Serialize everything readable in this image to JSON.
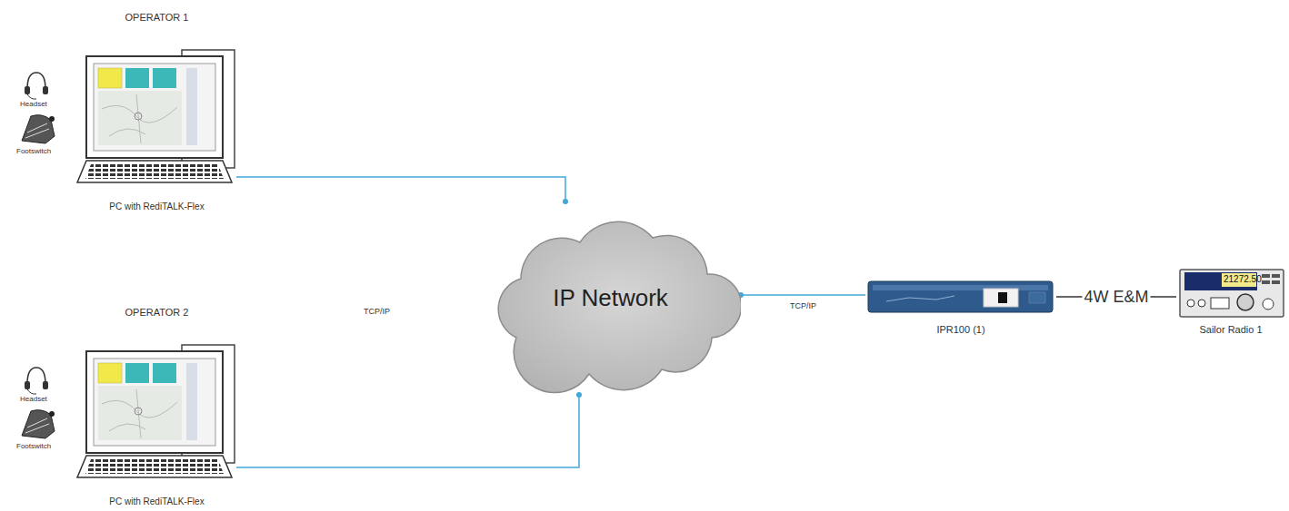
{
  "diagram": {
    "nodes": [
      {
        "text": [
          "OPERATOR 1",
          "PC with RediTALK-Flex"
        ]
      },
      {
        "text": [
          "OPERATOR 2",
          "PC with RediTALK-Flex"
        ]
      },
      {
        "text": [
          "IP Network"
        ]
      },
      {
        "text": [
          "IPR100 (1)"
        ]
      },
      {
        "text": [
          "Sailor Radio 1"
        ]
      }
    ],
    "edges": [
      {
        "from": 0,
        "to": 2,
        "arrow": "none"
      },
      {
        "from": 1,
        "to": 2,
        "arrow": "none"
      },
      {
        "from": 2,
        "to": 3,
        "label": "TCP/IP",
        "arrow": "none"
      },
      {
        "from": 3,
        "to": 4,
        "label": "4W E&M",
        "arrow": "none"
      }
    ],
    "labels": [
      "Headset",
      "Footswitch",
      "Headset",
      "Footswitch",
      "TCP/IP",
      "21272.50"
    ]
  }
}
